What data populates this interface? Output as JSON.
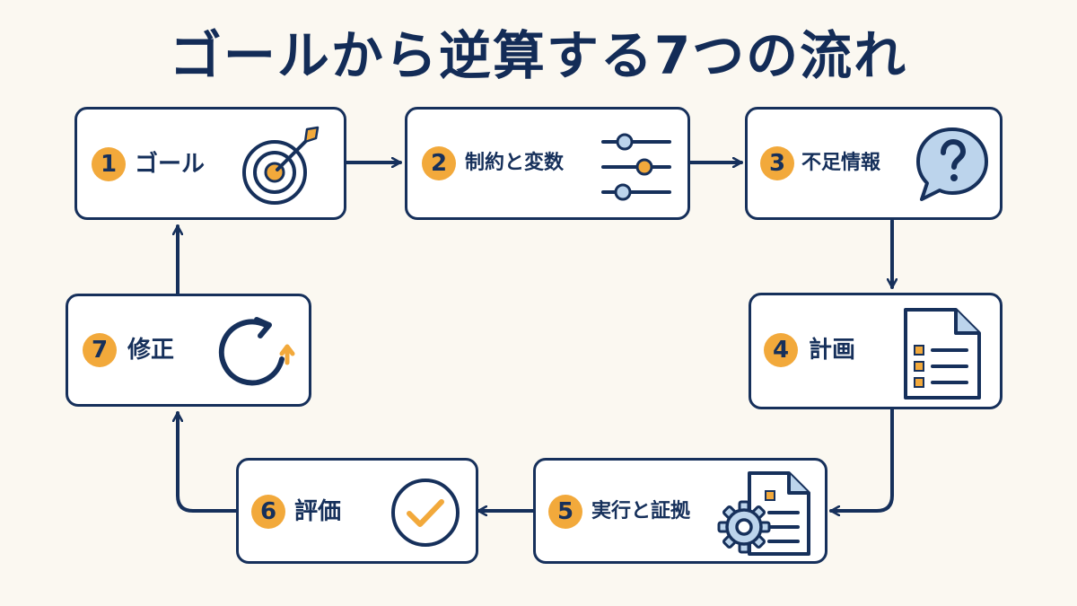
{
  "title": "ゴールから逆算する7つの流れ",
  "colors": {
    "navy": "#16305b",
    "accent": "#f2a93b",
    "light_blue": "#bcd4ec",
    "background": "#fbf8f1"
  },
  "steps": [
    {
      "number": "1",
      "label": "ゴール",
      "icon": "target-icon"
    },
    {
      "number": "2",
      "label": "制約と変数",
      "icon": "sliders-icon"
    },
    {
      "number": "3",
      "label": "不足情報",
      "icon": "question-bubble-icon"
    },
    {
      "number": "4",
      "label": "計画",
      "icon": "checklist-document-icon"
    },
    {
      "number": "5",
      "label": "実行と証拠",
      "icon": "gear-document-icon"
    },
    {
      "number": "6",
      "label": "評価",
      "icon": "check-circle-icon"
    },
    {
      "number": "7",
      "label": "修正",
      "icon": "refresh-icon"
    }
  ],
  "flow": [
    "1→2",
    "2→3",
    "3→4",
    "4→5",
    "5→6",
    "6→7",
    "7→1"
  ]
}
